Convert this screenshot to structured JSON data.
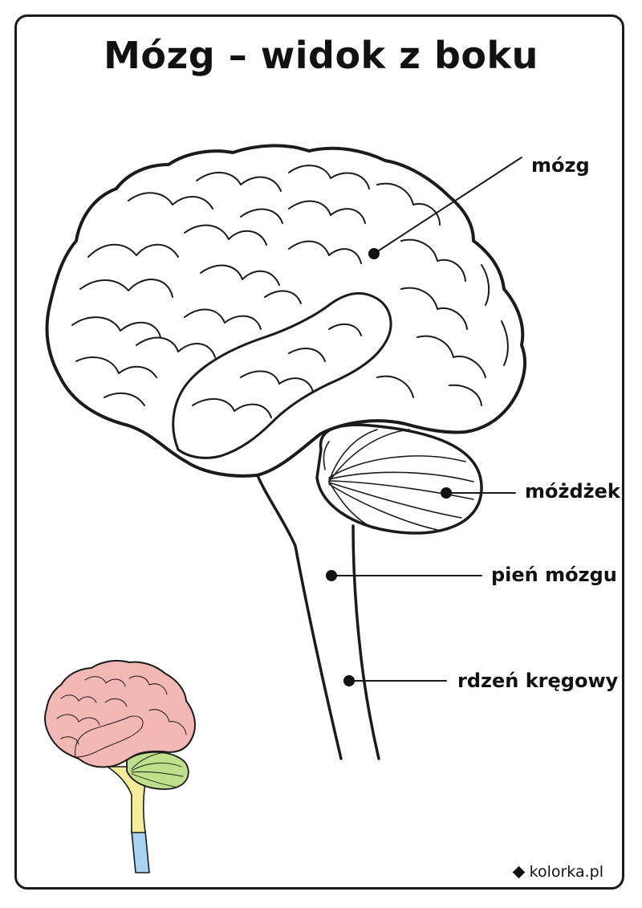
{
  "title": "Mózg – widok z boku",
  "labels": {
    "cerebrum": "mózg",
    "cerebellum": "móżdżek",
    "brainstem": "pień mózgu",
    "spinal_cord": "rdzeń kręgowy"
  },
  "footer": {
    "brand": "kolorka.pl"
  },
  "colors": {
    "outline": "#1b1b1b",
    "cerebrum_fill": "#f4b8b4",
    "cerebellum_fill": "#bfe08a",
    "brainstem_fill": "#f6ec9a",
    "spinal_cord_fill": "#a9d3f2"
  },
  "icons": {
    "footer_mark": "diamond-icon"
  }
}
